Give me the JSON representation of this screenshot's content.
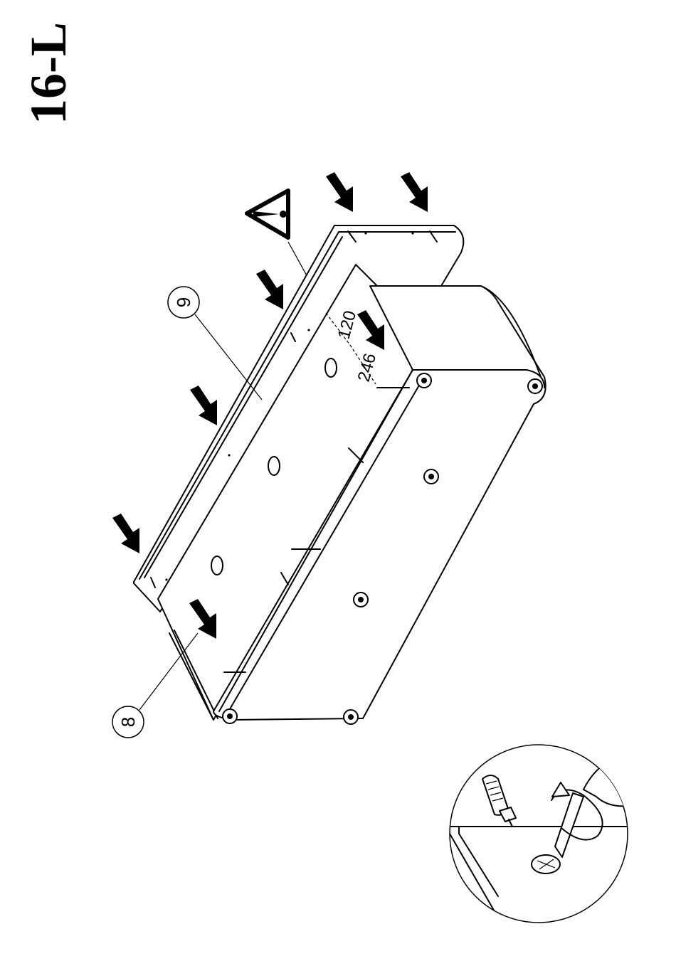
{
  "step_number": "16-L",
  "parts": [
    {
      "id": "part-8",
      "label": "8"
    },
    {
      "id": "part-9",
      "label": "9"
    }
  ],
  "dimensions": [
    {
      "id": "dim-120",
      "value": "120"
    },
    {
      "id": "dim-246",
      "value": "246"
    }
  ],
  "warning_icon": "exclamation-triangle-icon",
  "detail_icon": "screwdriver-cam-lock-icon"
}
